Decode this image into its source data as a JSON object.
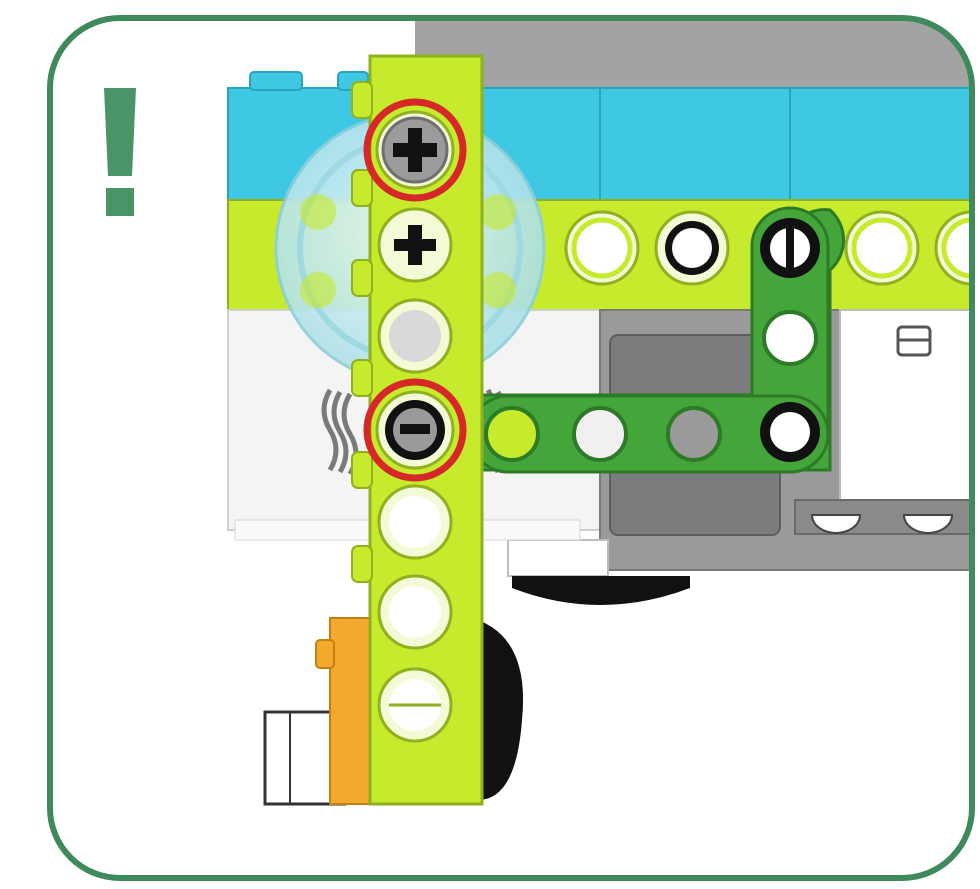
{
  "panel": {
    "type": "building-instruction-callout",
    "attention_mark": "!",
    "colors": {
      "frame": "#3f8a5d",
      "mark": "#4a9467",
      "lime_beam": "#c6ea2c",
      "beam_edge": "#8fb01f",
      "brick_blue": "#3ec8e4",
      "gray_body": "#9a9a9a",
      "dark_gray": "#6e6e6e",
      "green_liftarm": "#44a53b",
      "highlight_ring": "#d62828",
      "orange_part": "#f2a92c",
      "wheel_cyan": "#bde9ef"
    },
    "highlighted_holes": 2,
    "components": [
      "lime-vertical-beam",
      "blue-brick",
      "lime-horizontal-beam",
      "gray-motor-housing",
      "green-l-liftarm",
      "transparent-wheel",
      "black-tire",
      "orange-part",
      "white-brick"
    ]
  }
}
